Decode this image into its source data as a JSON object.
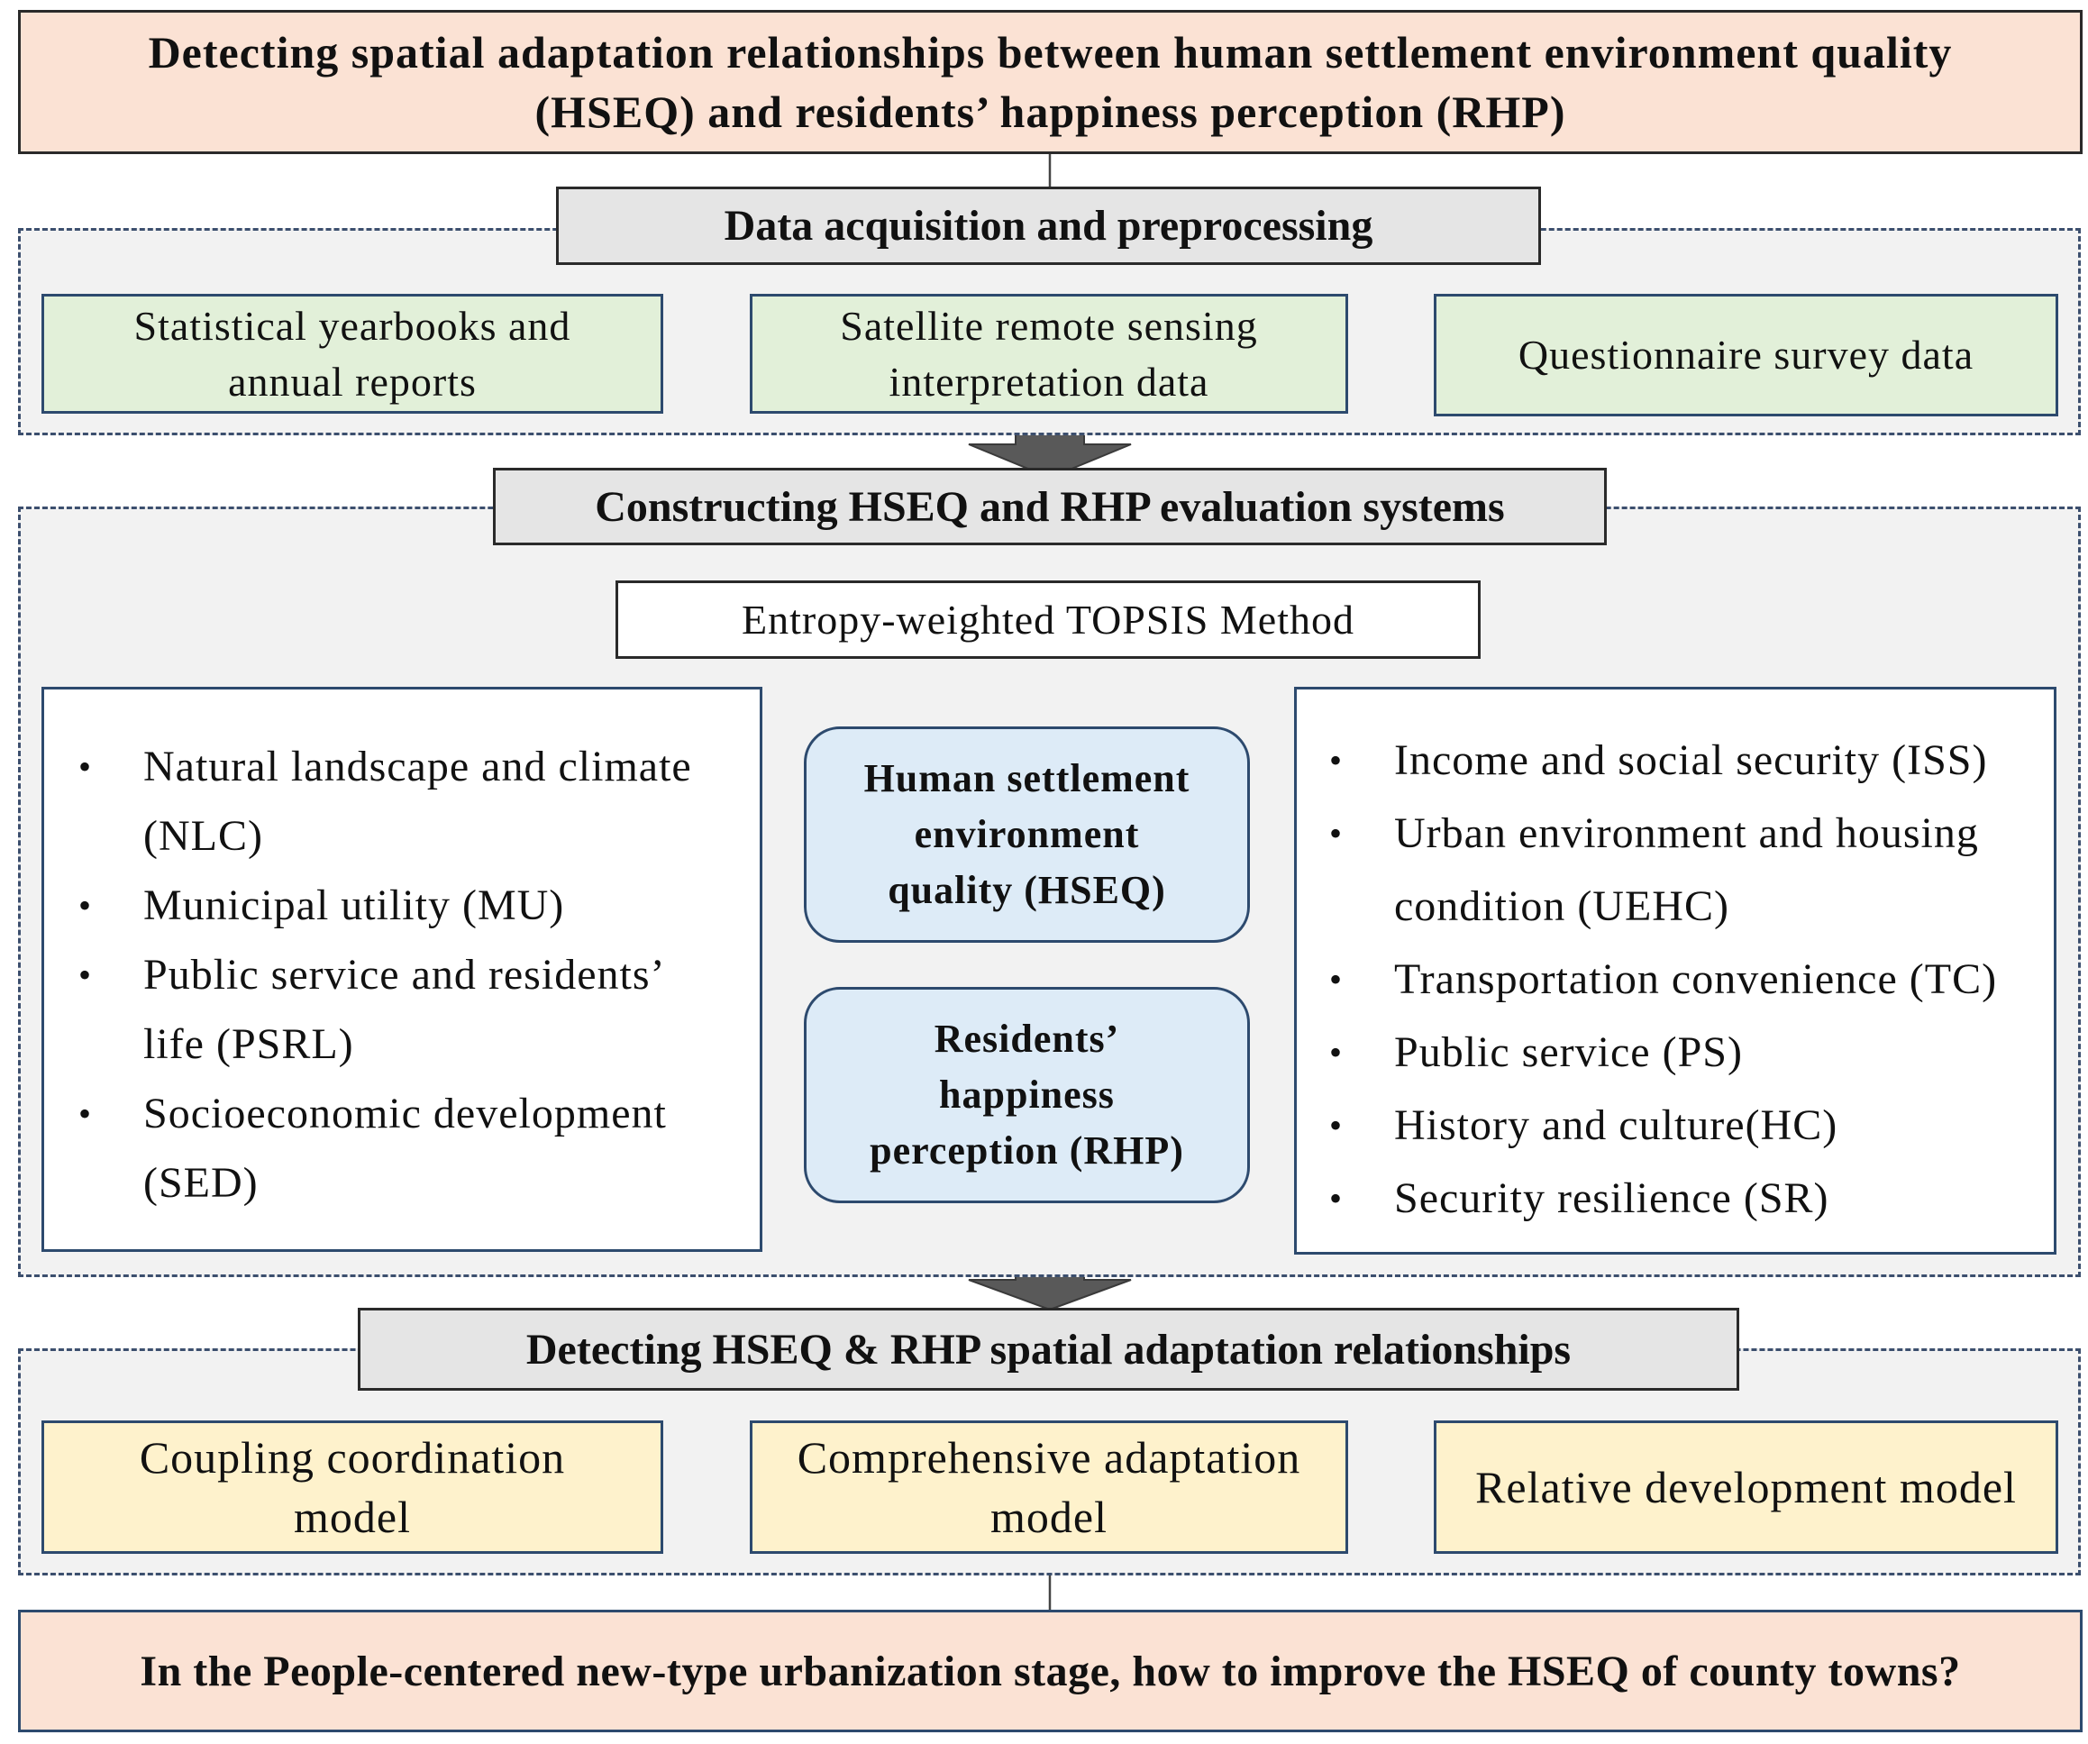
{
  "title": {
    "line1": "Detecting spatial adaptation relationships between human settlement environment quality",
    "line2": "(HSEQ) and residents’ happiness perception (RHP)"
  },
  "stage1": {
    "header": "Data acquisition and preprocessing",
    "sources": [
      {
        "line1": "Statistical yearbooks and",
        "line2": "annual reports"
      },
      {
        "line1": "Satellite remote sensing",
        "line2": "interpretation data"
      },
      {
        "line1": "Questionnaire survey data",
        "line2": ""
      }
    ]
  },
  "stage2": {
    "header": "Constructing HSEQ and RHP evaluation systems",
    "method": "Entropy-weighted TOPSIS Method",
    "hseq_box": {
      "line1": "Human settlement",
      "line2": "environment",
      "line3": "quality (HSEQ)"
    },
    "rhp_box": {
      "line1": "Residents’",
      "line2": "happiness",
      "line3": "perception (RHP)"
    },
    "hseq_indicators": [
      {
        "line1": "Natural landscape and climate",
        "line2": "(NLC)"
      },
      {
        "line1": "Municipal utility (MU)",
        "line2": ""
      },
      {
        "line1": "Public service and residents’",
        "line2": "life (PSRL)"
      },
      {
        "line1": "Socioeconomic development",
        "line2": "(SED)"
      }
    ],
    "rhp_indicators": [
      {
        "line1": "Income and social security (ISS)",
        "line2": ""
      },
      {
        "line1": "Urban environment and housing",
        "line2": "condition (UEHC)"
      },
      {
        "line1": "Transportation convenience (TC)",
        "line2": ""
      },
      {
        "line1": "Public service (PS)",
        "line2": ""
      },
      {
        "line1": "History and culture(HC)",
        "line2": ""
      },
      {
        "line1": "Security resilience (SR)",
        "line2": ""
      }
    ],
    "bullet": "•"
  },
  "stage3": {
    "header": "Detecting HSEQ & RHP spatial adaptation relationships",
    "models": [
      {
        "line1": "Coupling coordination",
        "line2": "model"
      },
      {
        "line1": "Comprehensive adaptation",
        "line2": "model"
      },
      {
        "line1": "Relative development model",
        "line2": ""
      }
    ]
  },
  "conclusion": "In the People-centered new-type urbanization stage, how to improve the HSEQ of county towns?",
  "colors": {
    "title_fill": "#fbe2d4",
    "header_fill": "#e5e5e5",
    "data_fill": "#e2f0d9",
    "model_fill": "#fef2cc",
    "center_fill": "#ddebf7",
    "panel_fill": "#f2f2f2",
    "big_arrow": "#595959",
    "small_arrow": "#d9d9d9"
  }
}
